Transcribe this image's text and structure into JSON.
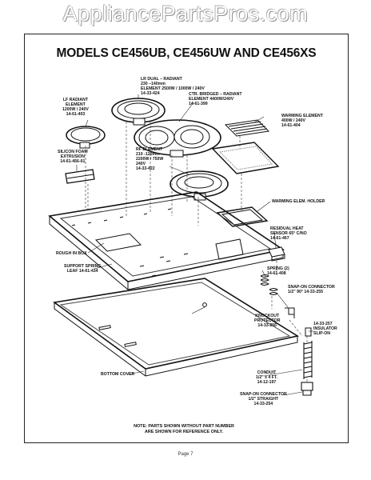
{
  "watermark": "AppliancePartsPros.com",
  "title": "MODELS CE456UB, CE456UW AND CE456XS",
  "labels": {
    "lr_dual": [
      "LR DUAL – RADIANT",
      "230 –140mm",
      "ELEMENT 2500W / 1000W / 240V",
      "14-33-424"
    ],
    "lf_radiant": [
      "LF RADIANT",
      "ELEMENT",
      "1200W / 240V",
      "14-61-403"
    ],
    "ctr_bridged": [
      "CTR. BRIDGED – RADIANT",
      "ELEMENT 4400W/240V",
      "14-61-399"
    ],
    "warming_element": [
      "WARMING ELEMENT",
      "400W / 240V",
      "14-61-404"
    ],
    "silicon_foam": [
      "SILICON FOAM",
      "EXTRUSION",
      "14-61-456-01"
    ],
    "rf_element": [
      "RF ELEMENT",
      "210 -120mm",
      "2200W / 750W",
      "240V",
      "14-33-422"
    ],
    "warming_holder": [
      "WARMING ELEM. HOLDER"
    ],
    "residual_heat": [
      "RESIDUAL HEAT",
      "SENSOR 65° C/NO",
      "14-61-467"
    ],
    "rough_in_box": [
      "ROUGH IN BOX"
    ],
    "support_spring": [
      "SUPPORT SPRING",
      "LEAF 14-61-434"
    ],
    "spring": [
      "SPRING (2)",
      "14-61-408"
    ],
    "snap_on_connector_90": [
      "SNAP-ON CONNECTOR",
      "1/2\" 90°  14-33-255"
    ],
    "knockout": [
      "KNOCKOUT",
      "PROTECTOR",
      "14-33-256"
    ],
    "insulator": [
      "14-33-257",
      "INSULATOR",
      "SLIP-ON"
    ],
    "bottom_cover": [
      "BOTTOM COVER"
    ],
    "conduit": [
      "CONDUIT",
      "1/2\" x 4 FT.",
      "14-12-197"
    ],
    "snap_on_straight": [
      "SNAP-ON CONNECTOR",
      "1/2\" STRAIGHT",
      "14-33-254"
    ]
  },
  "note": [
    "NOTE: PARTS SHOWN WITHOUT PART NUMBER",
    "ARE SHOWN FOR REFERENCE ONLY."
  ],
  "page": "Page 7"
}
